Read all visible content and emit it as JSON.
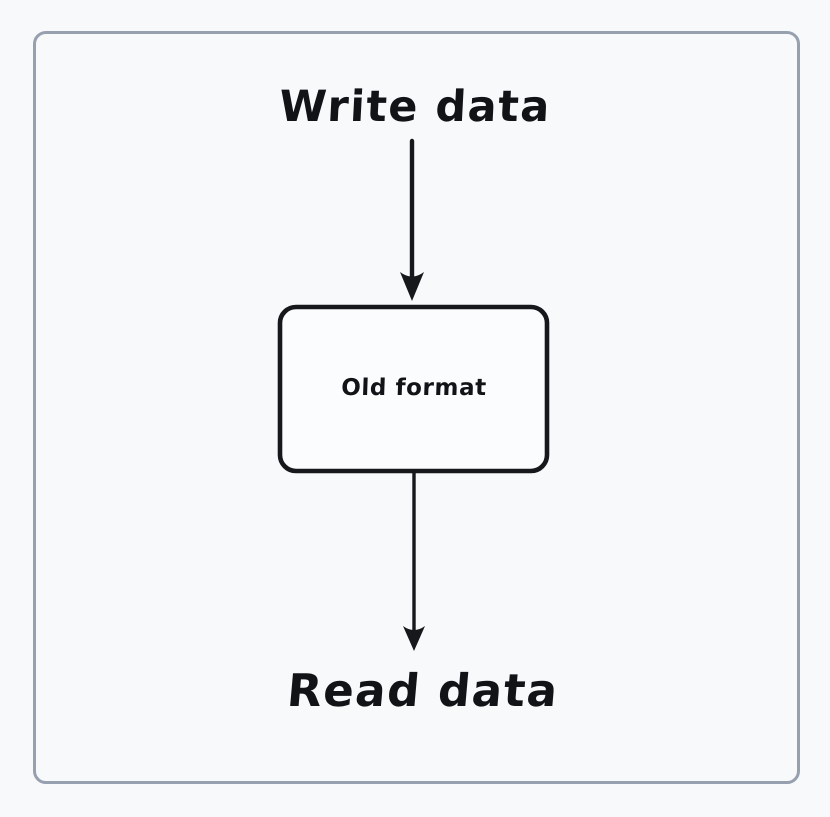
{
  "diagram": {
    "title_top": "Write data",
    "title_bottom": "Read data",
    "nodes": [
      {
        "id": "old-format",
        "label": "Old format"
      }
    ],
    "edges": [
      {
        "from": "Write data",
        "to": "Old format",
        "direction": "down"
      },
      {
        "from": "Old format",
        "to": "Read data",
        "direction": "down"
      }
    ],
    "colors": {
      "background": "#f8f9fb",
      "frame_border": "#96a0af",
      "node_border": "#17181b",
      "arrow": "#17181b",
      "text": "#111316",
      "node_fill": "#fbfcfd"
    }
  }
}
